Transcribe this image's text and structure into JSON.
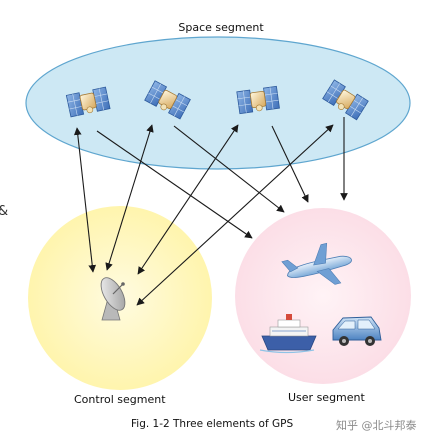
{
  "diagram": {
    "space_segment_label": "Space segment",
    "control_segment_label": "Control segment",
    "user_segment_label": "User segment",
    "caption": "Fig. 1-2 Three elements of GPS",
    "watermark": "知乎 @北斗邦泰",
    "edge_fragment": "&"
  },
  "colors": {
    "space_segment_fill": "#cde8f4",
    "space_segment_stroke": "#5fa6cf",
    "control_segment_fill": "#fff6b0",
    "user_segment_fill": "#fde3ea",
    "arrow": "#1a1a1a"
  },
  "icons": {
    "satellites": [
      "satellite-icon",
      "satellite-icon",
      "satellite-icon",
      "satellite-icon"
    ],
    "control": "ground-antenna-icon",
    "users": [
      "airplane-icon",
      "ship-icon",
      "car-icon"
    ]
  }
}
